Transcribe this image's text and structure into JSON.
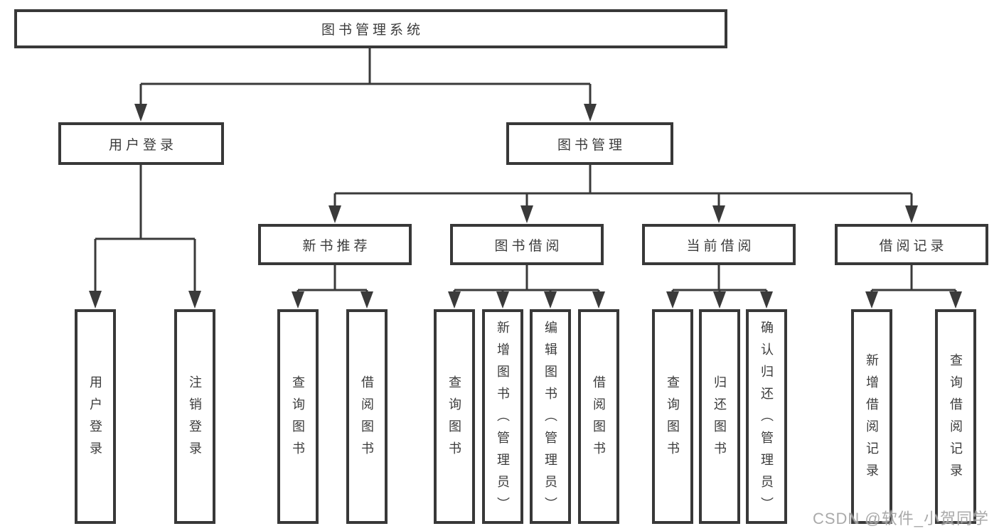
{
  "tree": {
    "root": "图书管理系统",
    "branches": [
      {
        "label": "用户登录",
        "children": [
          "用户登录",
          "注销登录"
        ]
      },
      {
        "label": "图书管理",
        "children": [
          {
            "label": "新书推荐",
            "children": [
              "查询图书",
              "借阅图书"
            ]
          },
          {
            "label": "图书借阅",
            "children": [
              "查询图书",
              "新增图书（管理员）",
              "编辑图书（管理员）",
              "借阅图书"
            ]
          },
          {
            "label": "当前借阅",
            "children": [
              "查询图书",
              "归还图书",
              "确认归还（管理员）"
            ]
          },
          {
            "label": "借阅记录",
            "children": [
              "新增借阅记录",
              "查询借阅记录"
            ]
          }
        ]
      }
    ]
  },
  "watermark": {
    "text": "CSDN @软件_小贺同学"
  },
  "colors": {
    "line": "#3a3a3a",
    "box_border": "#383838",
    "text": "#3c3c3c",
    "background": "#ffffff",
    "watermark": "#a3a3a3"
  }
}
